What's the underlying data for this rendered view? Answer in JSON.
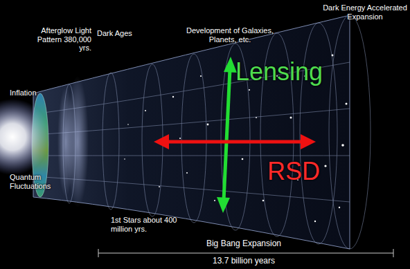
{
  "diagram": {
    "labels": [
      "Dark Energy Accelerated Expansion",
      "Afterglow Light Pattern 380,000 yrs.",
      "Dark Ages",
      "Development of Galaxies, Planets, etc.",
      "Inflation",
      "Quantum Fluctuations",
      "1st Stars about 400 million yrs.",
      "Big Bang Expansion",
      "13.7 billion years",
      "Lensing",
      "RSD"
    ]
  }
}
